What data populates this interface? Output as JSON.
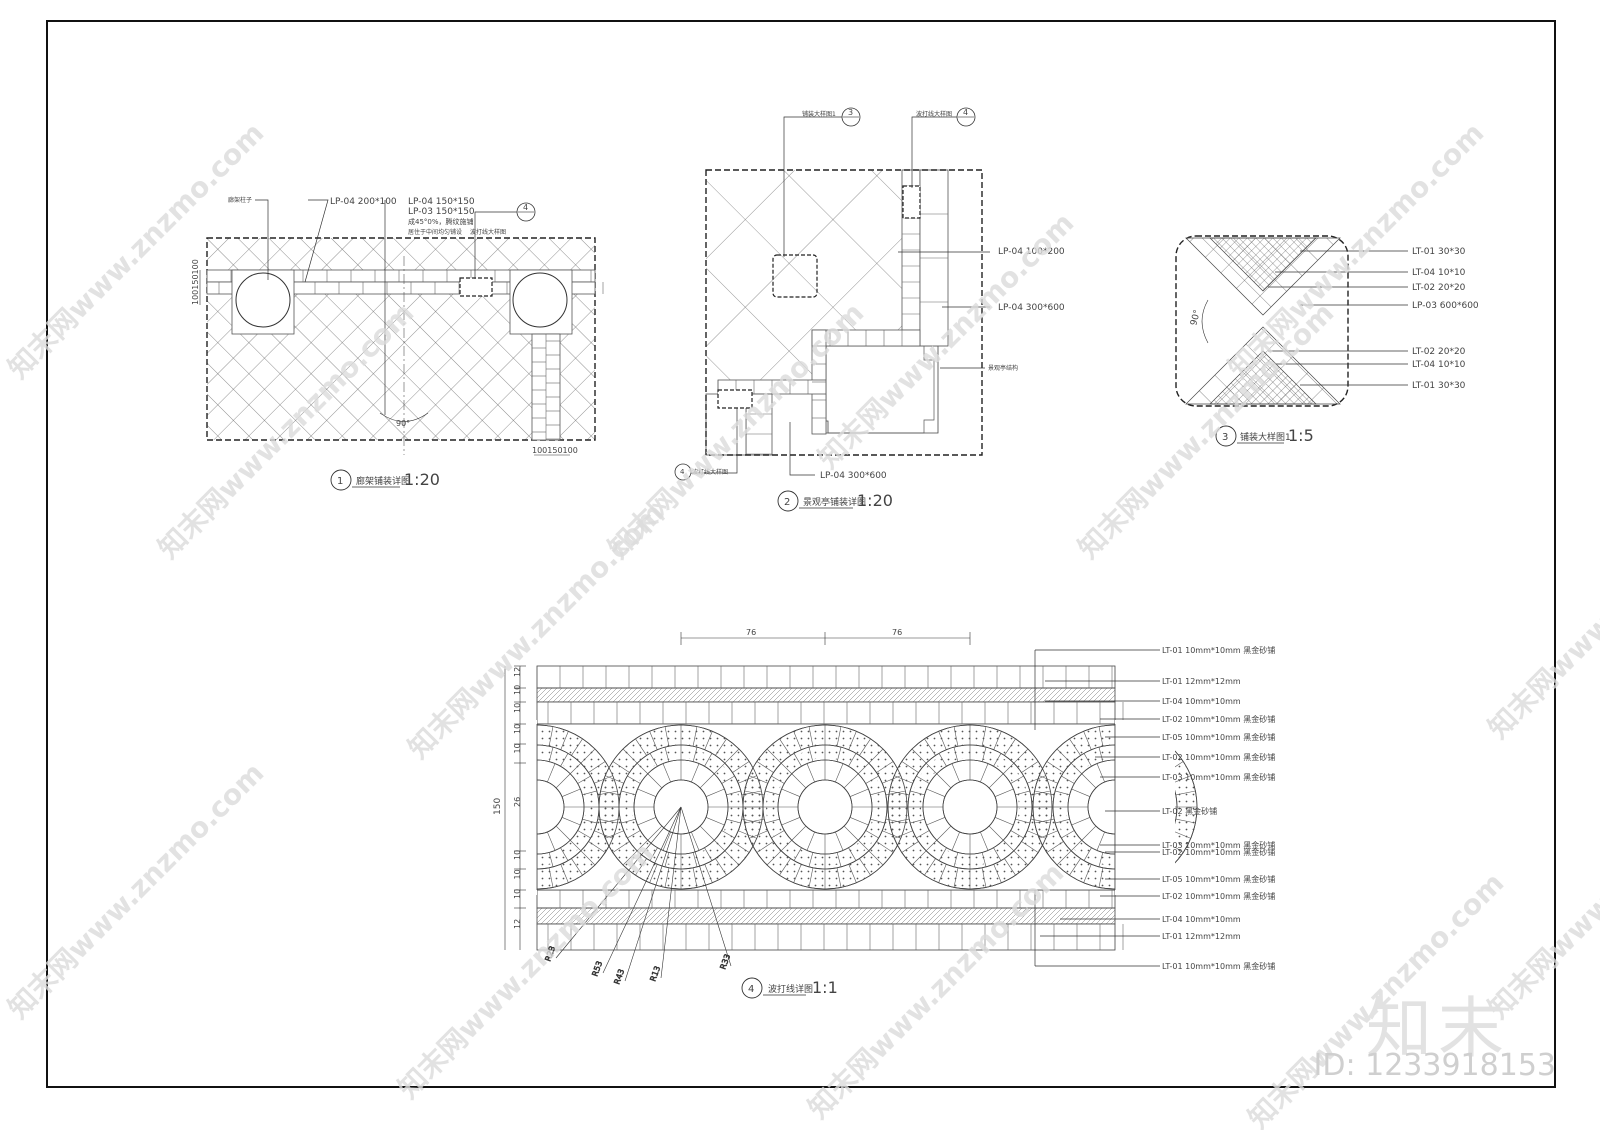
{
  "colors": {
    "line": "#333333",
    "watermark": "#dcdcdc"
  },
  "watermark": {
    "text": "知末网www.znzmo.com",
    "brand": "知末",
    "id": "ID: 1233918153"
  },
  "view1": {
    "number": "1",
    "title": "廊架铺装详图",
    "scale": "1:20",
    "labels": {
      "l1": "LP-04 200*100",
      "l2": "LP-04 150*150",
      "l3": "LP-03 150*150",
      "l4": "成45°0%，腾纹施铺",
      "l5": "居住于中间均匀铺设",
      "l6": "廊架柱子",
      "callout": "4",
      "callout_text": "波打线大样图"
    },
    "dims": {
      "left": "100150100",
      "bottom": "100150100",
      "angle": "90°"
    }
  },
  "view2": {
    "number": "2",
    "title": "景观亭铺装详图",
    "scale": "1:20",
    "labels": {
      "c3": "3",
      "c3_text": "铺装大样图1",
      "c4": "4",
      "c4_text": "波打线大样图",
      "l1": "LP-04 100*200",
      "l2": "LP-04 300*600",
      "l3": "景观亭结构",
      "l4": "LP-04 300*600",
      "c4b": "4",
      "c4b_text": "波打线大样图"
    }
  },
  "view3": {
    "number": "3",
    "title": "铺装大样图1",
    "scale": "1:5",
    "angle": "90°",
    "labels": [
      "LT-01 30*30",
      "LT-04 10*10",
      "LT-02 20*20",
      "LP-03 600*600",
      "LT-02 20*20",
      "LT-04 10*10",
      "LT-01 30*30"
    ]
  },
  "view4": {
    "number": "4",
    "title": "波打线详图",
    "scale": "1:1",
    "top_dims": [
      "76",
      "76"
    ],
    "left_dims": [
      "12",
      "10",
      "10",
      "10",
      "10",
      "26",
      "10",
      "10",
      "10",
      "12"
    ],
    "total": "150",
    "radii": [
      "R23",
      "R53",
      "R43",
      "R13",
      "R33"
    ],
    "labels": [
      "LT-01 10mm*10mm 黑金砂铺",
      "LT-01 12mm*12mm",
      "LT-04 10mm*10mm",
      "LT-02 10mm*10mm 黑金砂铺",
      "LT-05 10mm*10mm 黑金砂铺",
      "LT-02 10mm*10mm 黑金砂铺",
      "LT-03 10mm*10mm 黑金砂铺",
      "LT-02 黑金砂铺",
      "LT-03 10mm*10mm 黑金砂铺",
      "LT-02 10mm*10mm 黑金砂铺",
      "LT-05 10mm*10mm 黑金砂铺",
      "LT-02 10mm*10mm 黑金砂铺",
      "LT-04 10mm*10mm",
      "LT-01 12mm*12mm",
      "LT-01 10mm*10mm 黑金砂铺"
    ]
  }
}
